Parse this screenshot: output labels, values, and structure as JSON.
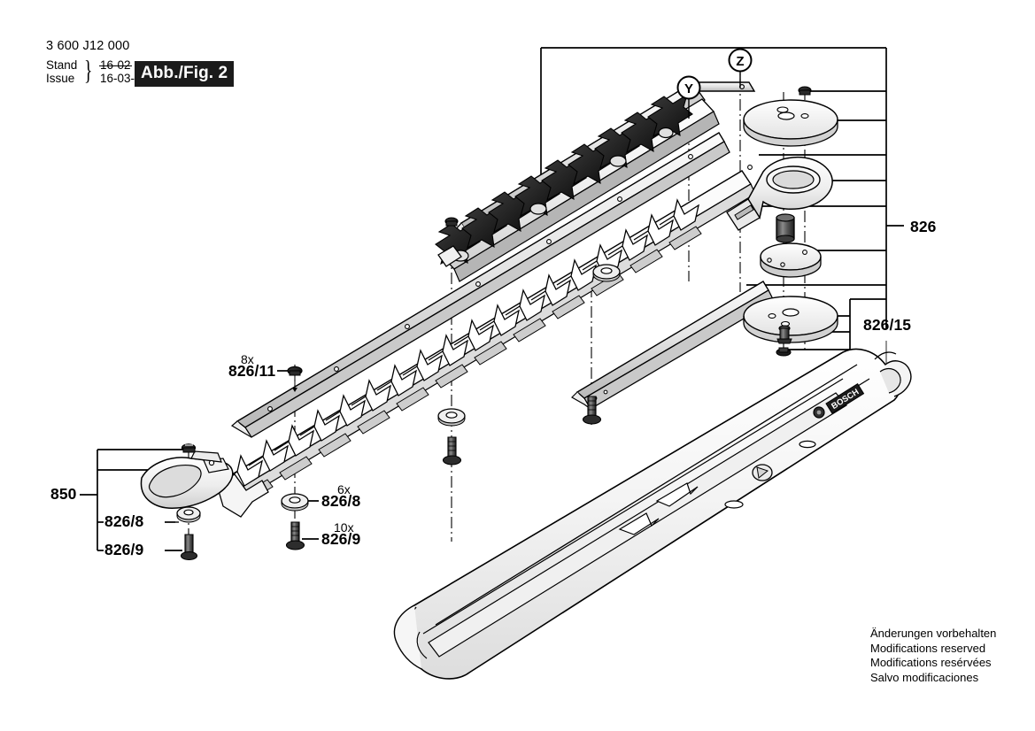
{
  "header": {
    "part_number": "3 600 J12 000",
    "row1_word": "Stand",
    "row1_date": "16-02",
    "row2_word": "Issue",
    "row2_date": "16-03-11",
    "figure_badge": "Abb./Fig. 2"
  },
  "callouts": {
    "y": "Y",
    "z": "Z"
  },
  "labels": {
    "left_bracket": "850",
    "left_826_8": "826/8",
    "left_826_9": "826/9",
    "mid_826_11": "826/11",
    "mid_826_11_qty": "8x",
    "mid_826_8": "826/8",
    "mid_826_8_qty": "6x",
    "mid_826_9": "826/9",
    "mid_826_9_qty": "10x",
    "right_826": "826",
    "right_826_15": "826/15"
  },
  "product_logo": "BOSCH",
  "footer": {
    "line1": "Änderungen vorbehalten",
    "line2": "Modifications reserved",
    "line3": "Modifications resérvées",
    "line4": "Salvo modificaciones"
  },
  "colors": {
    "ink": "#000000",
    "badge_bg": "#1b1b1b",
    "badge_fg": "#ffffff",
    "metal_light": "#f2f2f2",
    "metal_mid": "#d8d8d8",
    "metal_dark": "#9a9a9a"
  }
}
